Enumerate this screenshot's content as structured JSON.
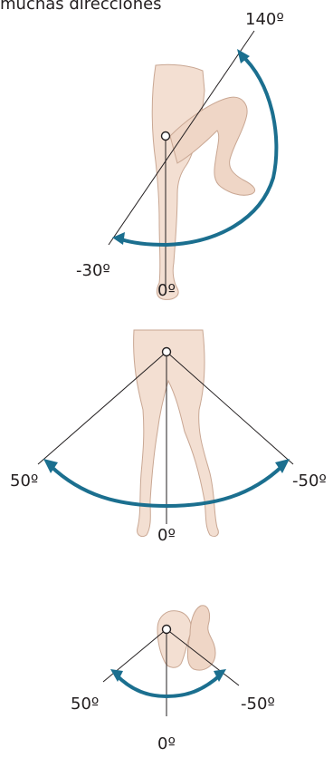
{
  "caption": "muchas direcciones",
  "colors": {
    "arrow": "#1b6f8f",
    "skin": "#f3dfd2",
    "line": "#231f20"
  },
  "panels": [
    {
      "id": "flexion",
      "label_top": "140º",
      "label_left": "-30º",
      "label_bottom": "0º"
    },
    {
      "id": "abduction",
      "label_left": "50º",
      "label_right": "-50º",
      "label_bottom": "0º"
    },
    {
      "id": "rotation",
      "label_left": "50º",
      "label_right": "-50º",
      "label_bottom": "0º"
    }
  ]
}
